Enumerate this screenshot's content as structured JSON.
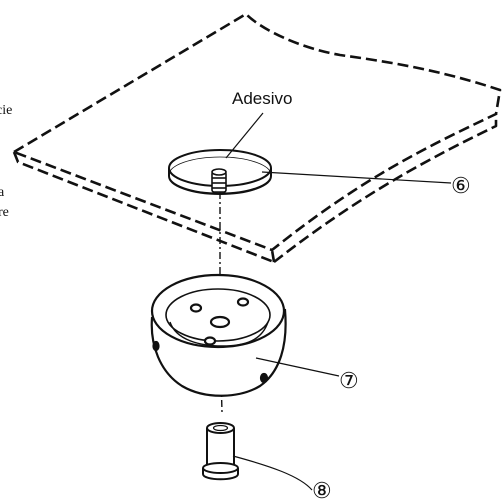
{
  "labels": {
    "adhesive": "Adesivo",
    "part6": "⑥",
    "part7": "⑦",
    "part8": "⑧"
  },
  "margin_text": {
    "line1": "cie",
    "line2": "a",
    "line3": "re"
  },
  "colors": {
    "line": "#111111",
    "background": "#ffffff"
  }
}
